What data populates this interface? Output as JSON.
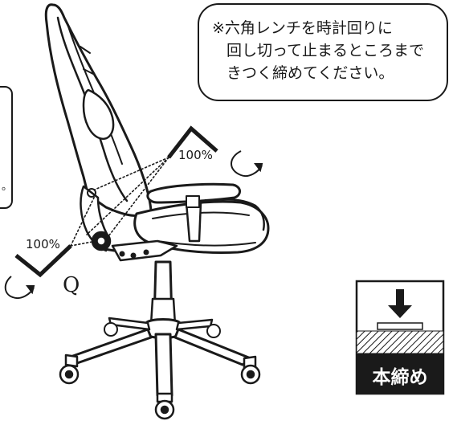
{
  "instruction_note": {
    "line1": "※六角レンチを時計回りに",
    "line2": "回し切って止まるところまで",
    "line3": "きつく締めてください。"
  },
  "left_partial_box": {
    "visible_char": "。"
  },
  "angle_labels": {
    "upper": "100%",
    "lower": "100%"
  },
  "part_label": "Q",
  "tighten_icon": {
    "label": "本締め",
    "icon": "arrow-down-onto-surface-icon"
  },
  "colors": {
    "line": "#1a1a1a",
    "background": "#ffffff"
  }
}
